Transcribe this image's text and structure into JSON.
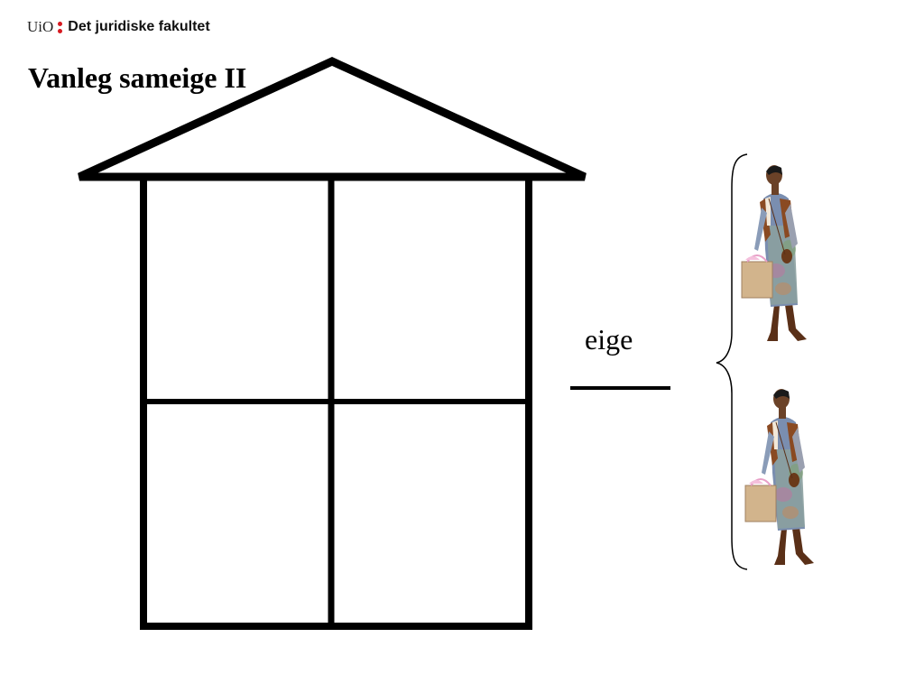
{
  "header": {
    "logo_uio": "UiO",
    "logo_faculty": "Det juridiske fakultet",
    "brand_color": "#d71920"
  },
  "slide": {
    "title": "Vanleg sameige II",
    "owner_label": "eige"
  },
  "owners": [
    {
      "icon": "woman-shopper-icon"
    },
    {
      "icon": "woman-shopper-icon"
    }
  ]
}
